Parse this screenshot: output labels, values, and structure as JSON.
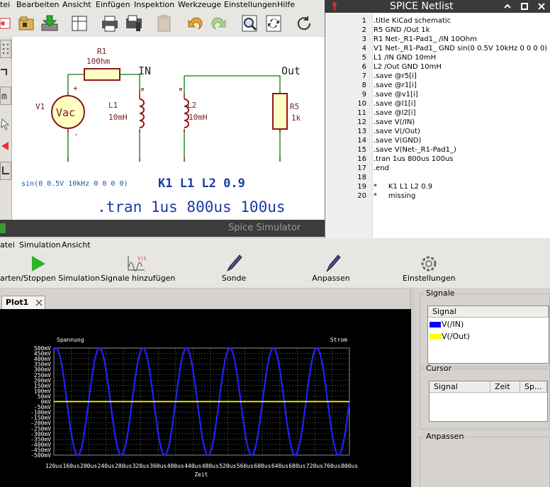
{
  "kicad": {
    "menu": [
      "tei",
      "Bearbeiten",
      "Ansicht",
      "Einfügen",
      "Inspektion",
      "Werkzeuge",
      "Einstellungen",
      "Hilfe"
    ]
  },
  "schematic": {
    "r1_ref": "R1",
    "r1_val": "100hm",
    "net_in": "IN",
    "net_out": "Out",
    "v1_ref": "V1",
    "v1_type": "Vac",
    "l1_ref": "L1",
    "l1_val": "10mH",
    "l2_ref": "L2",
    "l2_val": "10mH",
    "r5_ref": "R5",
    "r5_val": "1k",
    "source_text": "sin(0 0.5V 10kHz 0 0 0 0)",
    "coupling_text": "K1 L1 L2 0.9",
    "tran_text": ".tran 1us 800us 100us"
  },
  "netlist": {
    "title": "SPICE Netlist",
    "lines": [
      {
        "n": "1",
        "text": ".title KiCad schematic"
      },
      {
        "n": "2",
        "text": "R5 GND /Out 1k"
      },
      {
        "n": "3",
        "text": "R1 Net-_R1-Pad1_ /IN 10Ohm"
      },
      {
        "n": "4",
        "text": "V1 Net-_R1-Pad1_ GND sin(0 0.5V 10kHz 0 0 0 0)"
      },
      {
        "n": "5",
        "text": "L1 /IN GND 10mH"
      },
      {
        "n": "6",
        "text": "L2 /Out GND 10mH"
      },
      {
        "n": "7",
        "text": ".save @r5[i]"
      },
      {
        "n": "8",
        "text": ".save @r1[i]"
      },
      {
        "n": "9",
        "text": ".save @v1[i]"
      },
      {
        "n": "10",
        "text": ".save @l1[i]"
      },
      {
        "n": "11",
        "text": ".save @l2[i]"
      },
      {
        "n": "12",
        "text": ".save V(/IN)"
      },
      {
        "n": "13",
        "text": ".save V(/Out)"
      },
      {
        "n": "14",
        "text": ".save V(GND)"
      },
      {
        "n": "15",
        "text": ".save V(Net-_R1-Pad1_)"
      },
      {
        "n": "16",
        "text": ".tran 1us 800us 100us"
      },
      {
        "n": "17",
        "text": ".end"
      },
      {
        "n": "18",
        "text": ""
      },
      {
        "n": "19",
        "text": "*     K1 L1 L2 0.9"
      },
      {
        "n": "20",
        "text": "*     missing"
      }
    ]
  },
  "sim": {
    "title": "Spice Simulator",
    "menu": [
      "atei",
      "Simulation",
      "Ansicht"
    ],
    "toolbar": [
      {
        "label": "arten/Stoppen Simulation",
        "icon": "play-icon"
      },
      {
        "label": "Signale hinzufügen",
        "icon": "add-signals-icon"
      },
      {
        "label": "Sonde",
        "icon": "probe-icon"
      },
      {
        "label": "Anpassen",
        "icon": "tune-icon"
      },
      {
        "label": "Einstellungen",
        "icon": "gear-icon"
      }
    ],
    "tab_label": "Plot1",
    "signals_title": "Signale",
    "signals_col": "Signal",
    "signals": [
      {
        "name": "V(/IN)",
        "color": "#0000ff"
      },
      {
        "name": "V(/Out)",
        "color": "#ffff00"
      }
    ],
    "cursor_title": "Cursor",
    "cursor_cols": [
      "Signal",
      "Zeit",
      "Sp..."
    ],
    "tune_title": "Anpassen"
  },
  "chart_data": {
    "type": "line",
    "title": "",
    "left_axis_label": "Spannung",
    "right_axis_label": "Strom",
    "xlabel": "Zeit",
    "x_ticks": [
      "120us",
      "160us",
      "200us",
      "240us",
      "280us",
      "320us",
      "360us",
      "400us",
      "440us",
      "480us",
      "520us",
      "560us",
      "600us",
      "640us",
      "680us",
      "720us",
      "760us",
      "800us"
    ],
    "y_ticks": [
      "500mV",
      "450mV",
      "400mV",
      "350mV",
      "300mV",
      "250mV",
      "200mV",
      "150mV",
      "100mV",
      "50mV",
      "0mV",
      "-50mV",
      "-100mV",
      "-150mV",
      "-200mV",
      "-250mV",
      "-300mV",
      "-350mV",
      "-400mV",
      "-450mV",
      "-500mV"
    ],
    "xlim": [
      120,
      800
    ],
    "ylim": [
      -500,
      500
    ],
    "grid": true,
    "series": [
      {
        "name": "V(/IN)",
        "color": "#2222ff",
        "amplitude_mV": 500,
        "frequency_kHz": 10,
        "phase_deg": 0
      },
      {
        "name": "V(/Out)",
        "color": "#ffff00",
        "constant_mV": 0
      }
    ]
  }
}
